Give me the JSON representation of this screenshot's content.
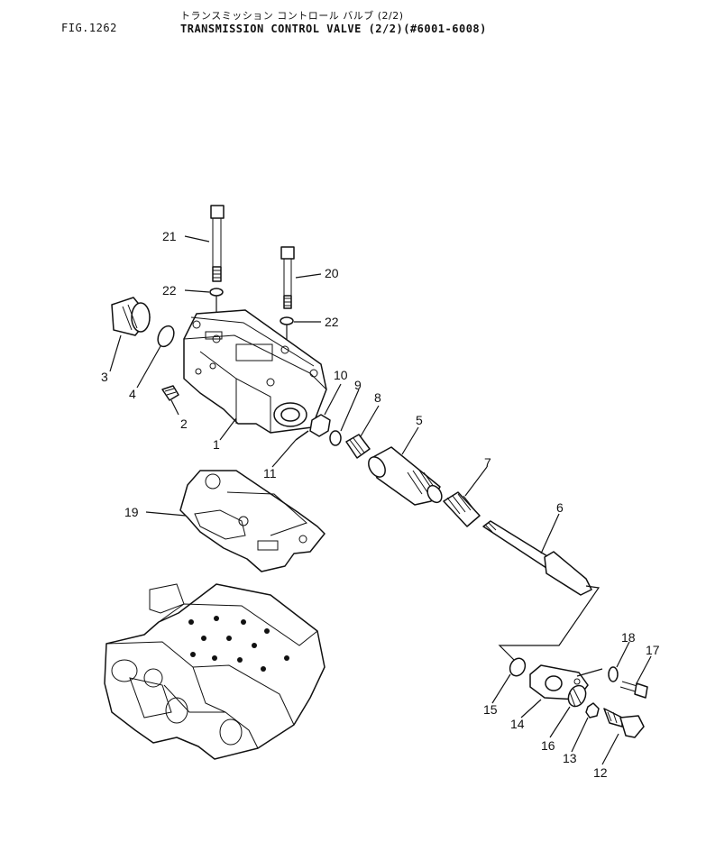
{
  "header": {
    "fig_label": "FIG.1262",
    "title_jp": "トランスミッション コントロール バルブ (2/2)",
    "title_en": "TRANSMISSION CONTROL VALVE (2/2)(#6001-6008)"
  },
  "callouts": {
    "c1": "1",
    "c2": "2",
    "c3": "3",
    "c4": "4",
    "c5": "5",
    "c6": "6",
    "c7": "7",
    "c8": "8",
    "c9": "9",
    "c10": "10",
    "c11": "11",
    "c12": "12",
    "c13": "13",
    "c14": "14",
    "c15": "15",
    "c16": "16",
    "c17": "17",
    "c18": "18",
    "c19": "19",
    "c20": "20",
    "c21": "21",
    "c22a": "22",
    "c22b": "22"
  }
}
